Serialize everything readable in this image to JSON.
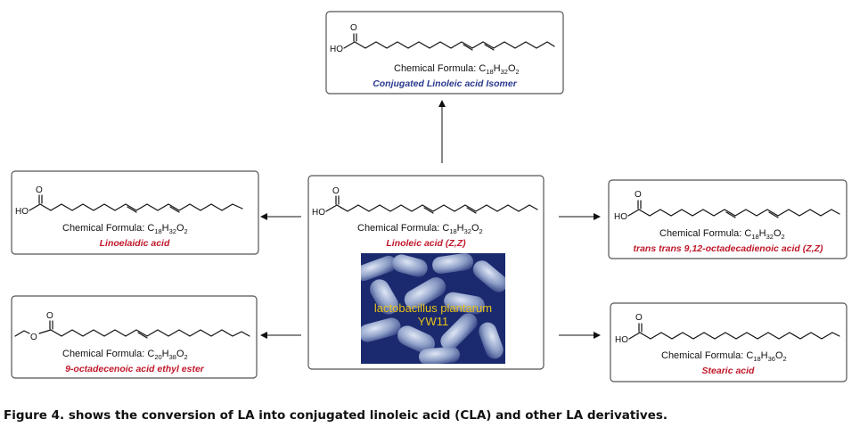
{
  "formula_prefix": "Chemical Formula: C",
  "atoms": {
    "oh": "HO",
    "o": "O"
  },
  "compounds": {
    "cla_isomer": {
      "c": "18",
      "h": "32",
      "o": "2",
      "name": "Conjugated Linoleic acid Isomer",
      "color": "#2b3a8f"
    },
    "linoelaidic": {
      "c": "18",
      "h": "32",
      "o": "2",
      "name": "Linoelaidic acid",
      "color": "#c0182a"
    },
    "linoleic": {
      "c": "18",
      "h": "32",
      "o": "2",
      "name": "Linoleic acid (Z,Z)",
      "color": "#c0182a"
    },
    "trans_trans": {
      "c": "18",
      "h": "32",
      "o": "2",
      "name": "trans trans 9,12-octadecadienoic acid (Z,Z)",
      "color": "#c0182a"
    },
    "ethyl_ester": {
      "c": "20",
      "h": "38",
      "o": "2",
      "name": "9-octadecenoic acid ethyl ester",
      "color": "#c0182a"
    },
    "stearic": {
      "c": "18",
      "h": "36",
      "o": "2",
      "name": "Stearic acid",
      "color": "#c0182a"
    }
  },
  "bacteria": {
    "line1": "lactobacillus plantarum",
    "line2": "YW11"
  },
  "caption": "Figure 4. shows the conversion of LA into conjugated linoleic acid (CLA) and other LA derivatives."
}
